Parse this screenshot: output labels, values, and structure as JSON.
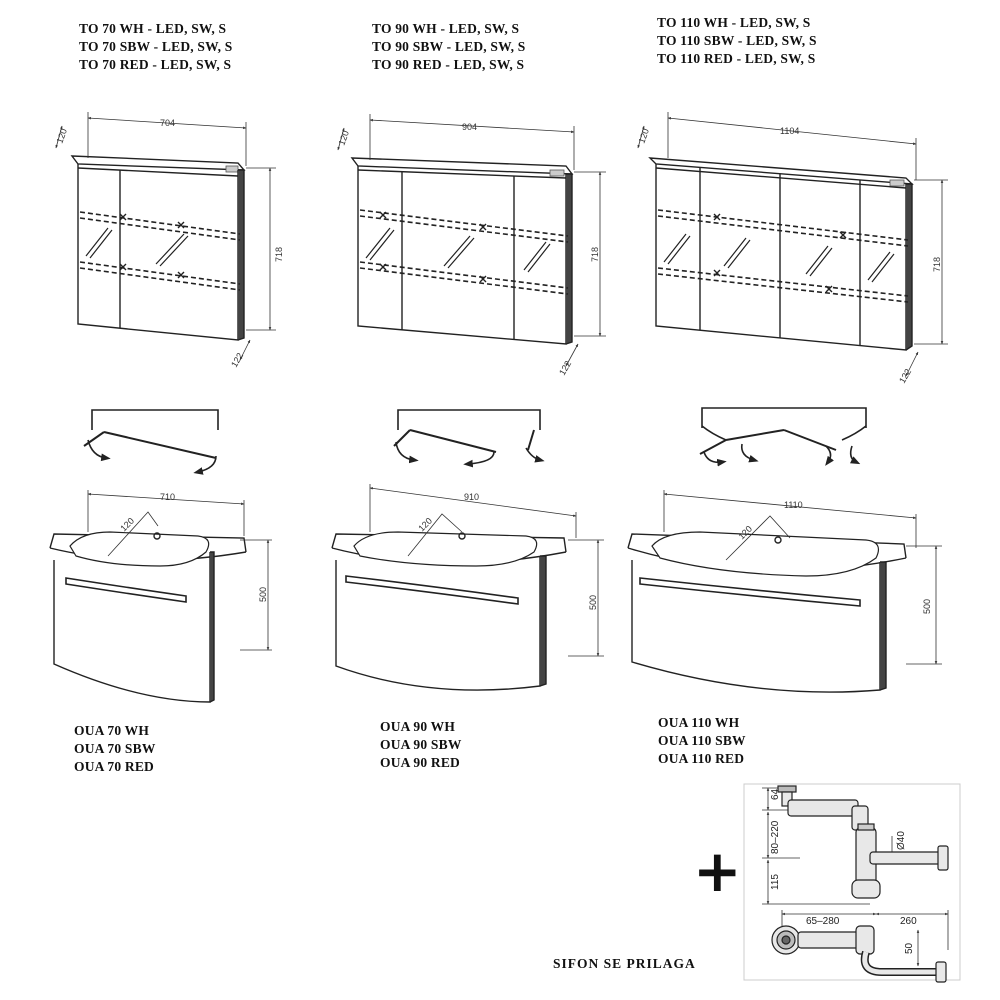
{
  "cabinets": [
    {
      "lines": [
        "TO 70 WH - LED, SW, S",
        "TO 70 SBW - LED, SW, S",
        "TO 70 RED - LED, SW, S"
      ],
      "width": "704",
      "depth_top": "120",
      "height": "718",
      "depth_bottom": "122"
    },
    {
      "lines": [
        "TO 90 WH - LED, SW, S",
        "TO 90 SBW - LED, SW, S",
        "TO 90 RED - LED, SW, S"
      ],
      "width": "904",
      "depth_top": "120",
      "height": "718",
      "depth_bottom": "122"
    },
    {
      "lines": [
        "TO 110 WH - LED, SW, S",
        "TO 110 SBW - LED, SW, S",
        "TO 110 RED - LED, SW, S"
      ],
      "width": "1104",
      "depth_top": "120",
      "height": "718",
      "depth_bottom": "122"
    }
  ],
  "basins": [
    {
      "lines": [
        "OUA 70 WH",
        "OUA 70 SBW",
        "OUA 70 RED"
      ],
      "width": "710",
      "height": "500",
      "radius": "120"
    },
    {
      "lines": [
        "OUA 90 WH",
        "OUA 90 SBW",
        "OUA 90 RED"
      ],
      "width": "910",
      "height": "500",
      "radius": "120"
    },
    {
      "lines": [
        "OUA 110 WH",
        "OUA 110 SBW",
        "OUA 110 RED"
      ],
      "width": "1110",
      "height": "500",
      "radius": "120"
    }
  ],
  "siphon": {
    "note": "SIFON SE PRILAGA",
    "plus": "+",
    "dims": {
      "d64": "64",
      "d80_220": "80–220",
      "d40": "Ø40",
      "d115": "115",
      "d65_280": "65–280",
      "d260": "260",
      "d50": "50"
    }
  }
}
